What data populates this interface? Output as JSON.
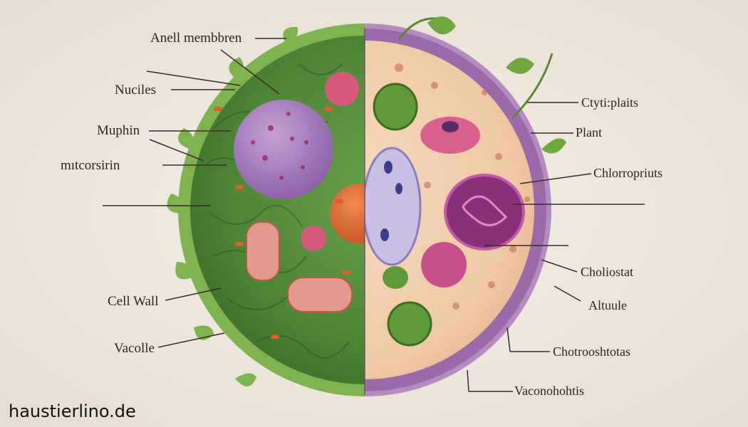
{
  "labels_left": {
    "l1": "Anell membbren",
    "l2": "Nuciles",
    "l3": "Muphin",
    "l4": "mıtcorsirin",
    "l5": "Cell Wall",
    "l6": "Vacolle"
  },
  "labels_right": {
    "r1": "Ctyti:plaits",
    "r2": "Plant",
    "r3": "Chlorropriuts",
    "r4": "Choliostat",
    "r5": "Altuule",
    "r6": "Chotrooshtotas",
    "r7": "Vaconohohtis"
  },
  "watermark": "haustierlino.de",
  "colors": {
    "background": "#efe9e0",
    "plant_cell_green": "#4f8a3a",
    "cytoplasm_peach": "#f3cfb0",
    "membrane_purple": "#8a5a9e",
    "nucleus_purple": "#9b6fb0",
    "organelle_pink": "#c8508a"
  }
}
